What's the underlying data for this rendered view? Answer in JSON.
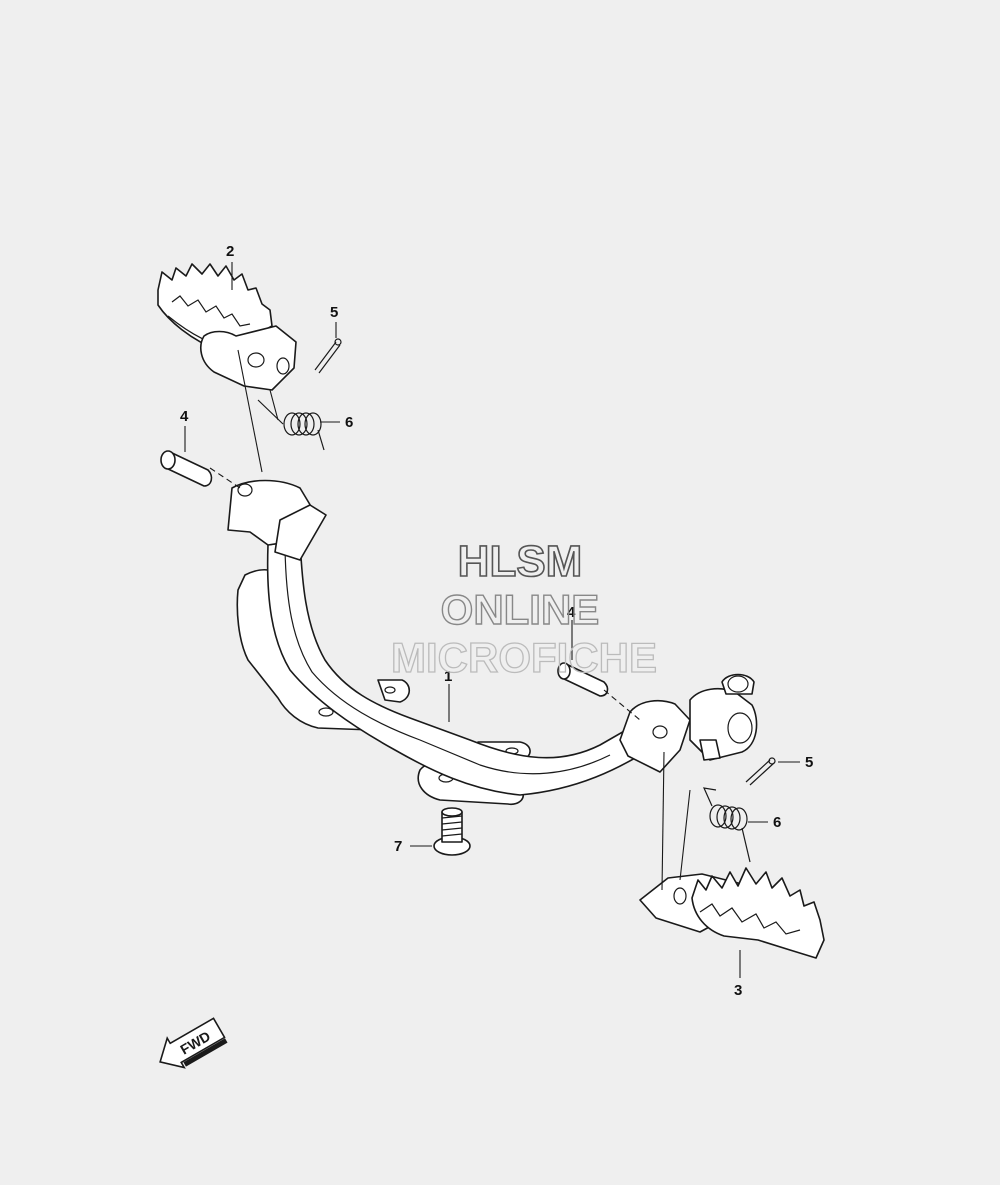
{
  "callouts": {
    "c1": "1",
    "c2": "2",
    "c3": "3",
    "c4a": "4",
    "c4b": "4",
    "c5a": "5",
    "c5b": "5",
    "c6a": "6",
    "c6b": "6",
    "c7": "7"
  },
  "watermark": {
    "line1": "HLSM",
    "line2": "ONLINE",
    "line3": "MICROFICHE"
  },
  "direction_arrow": {
    "label": "FWD",
    "icon": "forward-arrow-icon"
  },
  "colors": {
    "background": "#efefef",
    "line": "#1a1a1a",
    "watermark_dark": "#555555",
    "watermark_light": "#bbbbbb"
  }
}
